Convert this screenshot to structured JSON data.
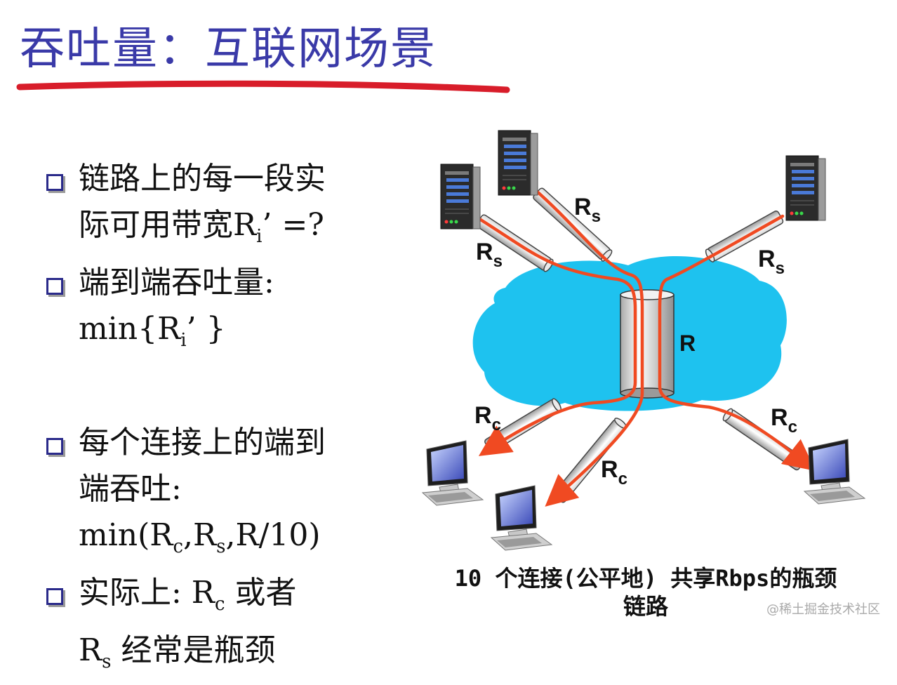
{
  "title": "吞吐量：互联网场景",
  "bullets": {
    "b1_line1": "链路上的每一段实",
    "b1_line2_pre": "际可用带宽R",
    "b1_line2_sub": "i",
    "b1_line2_post": "’ =?",
    "b2_line1": "端到端吞吐量:",
    "b2_line2_pre": "min{R",
    "b2_line2_sub": "i",
    "b2_line2_post": "’ }",
    "b3_line1": "每个连接上的端到",
    "b3_line2": "端吞吐:",
    "b3_line3_a": "min(R",
    "b3_line3_c": "c",
    "b3_line3_b": ",R",
    "b3_line3_s": "s",
    "b3_line3_d": ",R/10)",
    "b4_line1_pre": "实际上: R",
    "b4_line1_sub": "c",
    "b4_line1_post": " 或者",
    "b4_line2_pre": "R",
    "b4_line2_sub": "s",
    "b4_line2_post": " 经常是瓶颈"
  },
  "diagram": {
    "label_rs": "R",
    "label_rs_sub": "s",
    "label_r": "R",
    "label_rc": "R",
    "label_rc_sub": "c",
    "colors": {
      "cloud": "#1ec2ef",
      "path": "#f04a22",
      "title": "#3a3aa8",
      "underline": "#d81d2a"
    }
  },
  "caption": {
    "line1": "10 个连接(公平地) 共享Rbps的瓶颈",
    "line2": "链路"
  },
  "watermark": "@稀土掘金技术社区"
}
